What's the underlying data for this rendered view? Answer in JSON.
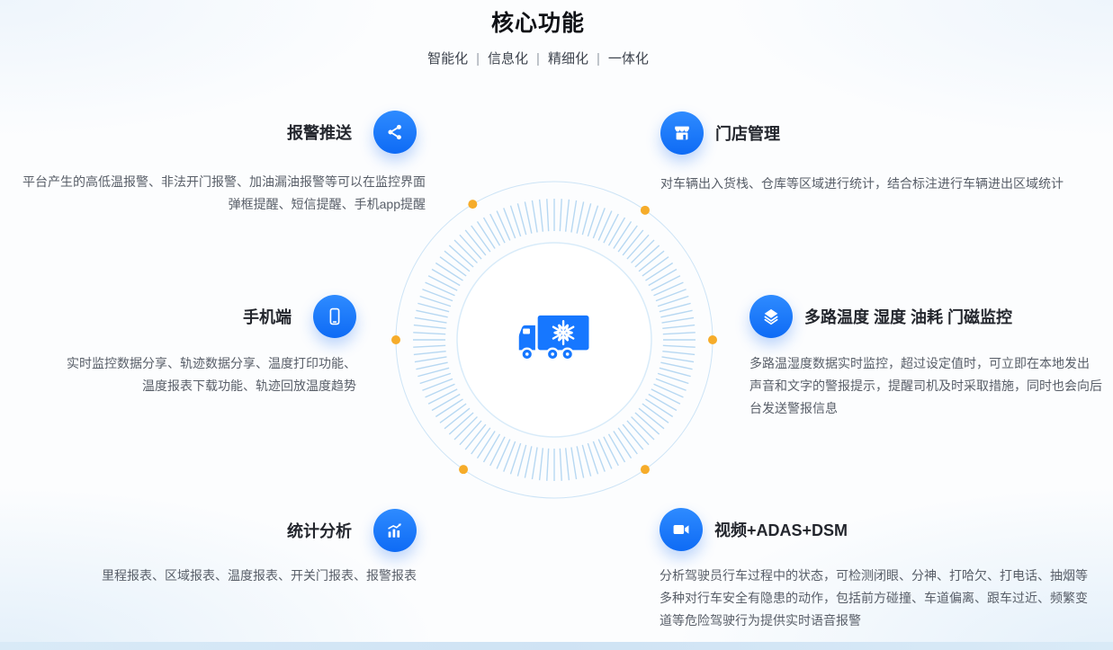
{
  "header": {
    "title": "核心功能",
    "subtitle_parts": [
      "智能化",
      "信息化",
      "精细化",
      "一体化"
    ],
    "separator": "|"
  },
  "features": {
    "alarm_push": {
      "title": "报警推送",
      "icon": "share-icon",
      "lines": [
        "平台产生的高低温报警、非法开门报警、加油漏油报警等可以在监控界面",
        "弹框提醒、短信提醒、手机app提醒"
      ]
    },
    "store_management": {
      "title": "门店管理",
      "icon": "storefront-icon",
      "lines": [
        "对车辆出入货栈、仓库等区域进行统计，结合标注进行车辆进出区域统计"
      ]
    },
    "mobile": {
      "title": "手机端",
      "icon": "phone-icon",
      "lines": [
        "实时监控数据分享、轨迹数据分享、温度打印功能、",
        "温度报表下载功能、轨迹回放温度趋势"
      ]
    },
    "multi_sensor": {
      "title": "多路温度 湿度 油耗 门磁监控",
      "icon": "layers-icon",
      "lines": [
        "多路温湿度数据实时监控，超过设定值时，可立即在本地发出",
        "声音和文字的警报提示，提醒司机及时采取措施，同时也会向后",
        "台发送警报信息"
      ]
    },
    "statistics": {
      "title": "统计分析",
      "icon": "bar-chart-icon",
      "lines": [
        "里程报表、区域报表、温度报表、开关门报表、报警报表"
      ]
    },
    "video_adas_dsm": {
      "title": "视频+ADAS+DSM",
      "icon": "video-camera-icon",
      "lines": [
        "分析驾驶员行车过程中的状态，可检测闭眼、分神、打哈欠、打电话、抽烟等",
        "多种对行车安全有隐患的动作，包括前方碰撞、车道偏离、跟车过近、频繁变",
        "道等危险驾驶行为提供实时语音报警"
      ]
    }
  },
  "colors": {
    "accent_blue": "#1677ff",
    "icon_gradient_top": "#2e8bff",
    "icon_gradient_bottom": "#0e6bf5",
    "dot_yellow": "#f6ac2a",
    "tick_blue": "#b7d8f2",
    "circle_blue": "#cde4f6"
  }
}
